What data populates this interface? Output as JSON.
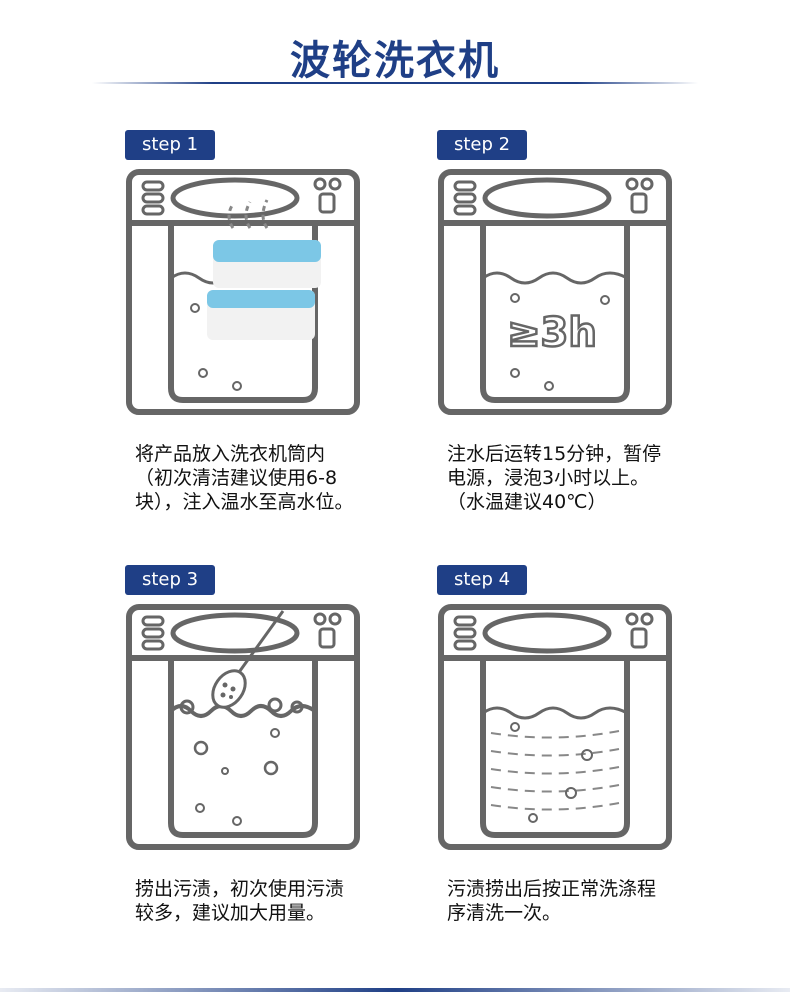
{
  "title": "波轮洗衣机",
  "steps": [
    {
      "label": "step 1",
      "text": "将产品放入洗衣机筒内（初次清洁建议使用6-8块），注入温水至高水位。"
    },
    {
      "label": "step 2",
      "text": "注水后运转15分钟，暂停电源，浸泡3小时以上。（水温建议40℃）",
      "overlay": "≥3h"
    },
    {
      "label": "step 3",
      "text": "捞出污渍，初次使用污渍较多，建议加大用量。"
    },
    {
      "label": "step 4",
      "text": "污渍捞出后按正常洗涤程序清洗一次。"
    }
  ],
  "colors": {
    "brand": "#1f3f86",
    "line": "#666666",
    "tablet_blue": "#7cc7e6"
  }
}
